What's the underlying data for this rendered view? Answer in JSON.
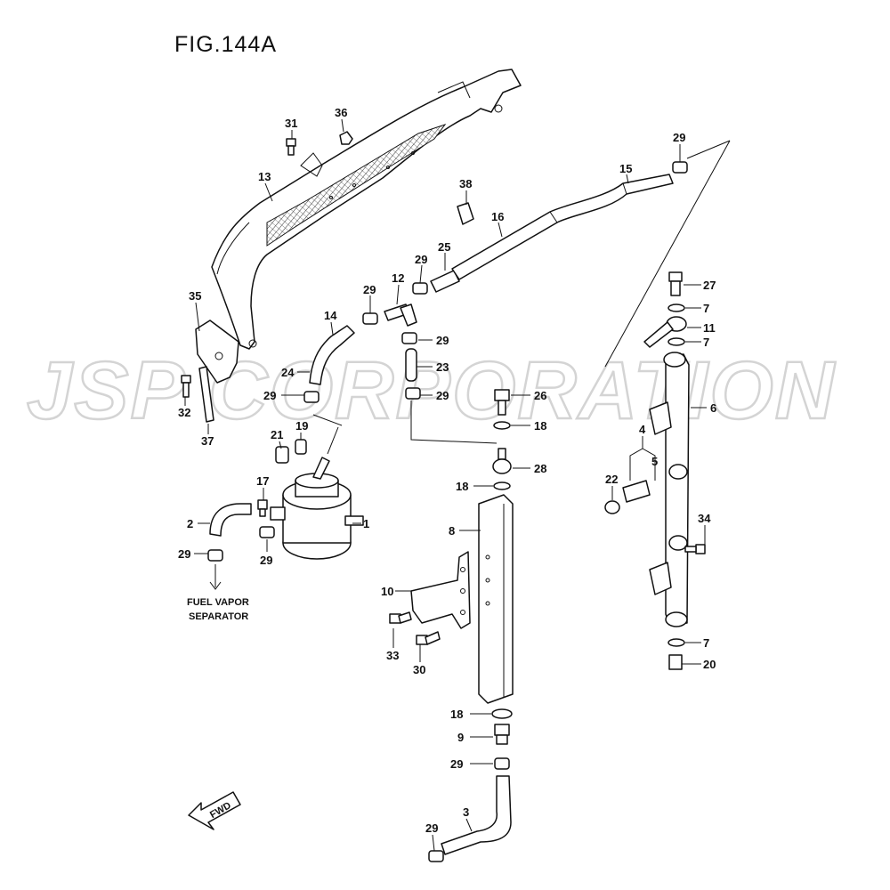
{
  "figure": {
    "title": "FIG.144A"
  },
  "watermark": {
    "text": "JSP CORPORATION"
  },
  "note": {
    "line1": "FUEL VAPOR",
    "line2": "SEPARATOR"
  },
  "fwd": {
    "label": "FWD",
    "icon": "fwd-arrow-icon"
  },
  "callouts": [
    {
      "id": "c31",
      "text": "31"
    },
    {
      "id": "c36",
      "text": "36"
    },
    {
      "id": "c13",
      "text": "13"
    },
    {
      "id": "c35",
      "text": "35"
    },
    {
      "id": "c32",
      "text": "32"
    },
    {
      "id": "c37",
      "text": "37"
    },
    {
      "id": "c14",
      "text": "14"
    },
    {
      "id": "c24",
      "text": "24"
    },
    {
      "id": "c29a",
      "text": "29"
    },
    {
      "id": "c29b",
      "text": "29"
    },
    {
      "id": "c12",
      "text": "12"
    },
    {
      "id": "c29c",
      "text": "29"
    },
    {
      "id": "c25",
      "text": "25"
    },
    {
      "id": "c38",
      "text": "38"
    },
    {
      "id": "c16",
      "text": "16"
    },
    {
      "id": "c15",
      "text": "15"
    },
    {
      "id": "c29d",
      "text": "29"
    },
    {
      "id": "c29e",
      "text": "29"
    },
    {
      "id": "c23",
      "text": "23"
    },
    {
      "id": "c29f",
      "text": "29"
    },
    {
      "id": "c19",
      "text": "19"
    },
    {
      "id": "c21",
      "text": "21"
    },
    {
      "id": "c17",
      "text": "17"
    },
    {
      "id": "c2",
      "text": "2"
    },
    {
      "id": "c1",
      "text": "1"
    },
    {
      "id": "c29g",
      "text": "29"
    },
    {
      "id": "c29h",
      "text": "29"
    },
    {
      "id": "c27",
      "text": "27"
    },
    {
      "id": "c7a",
      "text": "7"
    },
    {
      "id": "c11",
      "text": "11"
    },
    {
      "id": "c7b",
      "text": "7"
    },
    {
      "id": "c26",
      "text": "26"
    },
    {
      "id": "c18a",
      "text": "18"
    },
    {
      "id": "c28",
      "text": "28"
    },
    {
      "id": "c18b",
      "text": "18"
    },
    {
      "id": "c6",
      "text": "6"
    },
    {
      "id": "c4",
      "text": "4"
    },
    {
      "id": "c5",
      "text": "5"
    },
    {
      "id": "c22",
      "text": "22"
    },
    {
      "id": "c34",
      "text": "34"
    },
    {
      "id": "c8",
      "text": "8"
    },
    {
      "id": "c10",
      "text": "10"
    },
    {
      "id": "c33",
      "text": "33"
    },
    {
      "id": "c30",
      "text": "30"
    },
    {
      "id": "c7c",
      "text": "7"
    },
    {
      "id": "c20",
      "text": "20"
    },
    {
      "id": "c18c",
      "text": "18"
    },
    {
      "id": "c9",
      "text": "9"
    },
    {
      "id": "c29i",
      "text": "29"
    },
    {
      "id": "c3",
      "text": "3"
    },
    {
      "id": "c29j",
      "text": "29"
    }
  ]
}
